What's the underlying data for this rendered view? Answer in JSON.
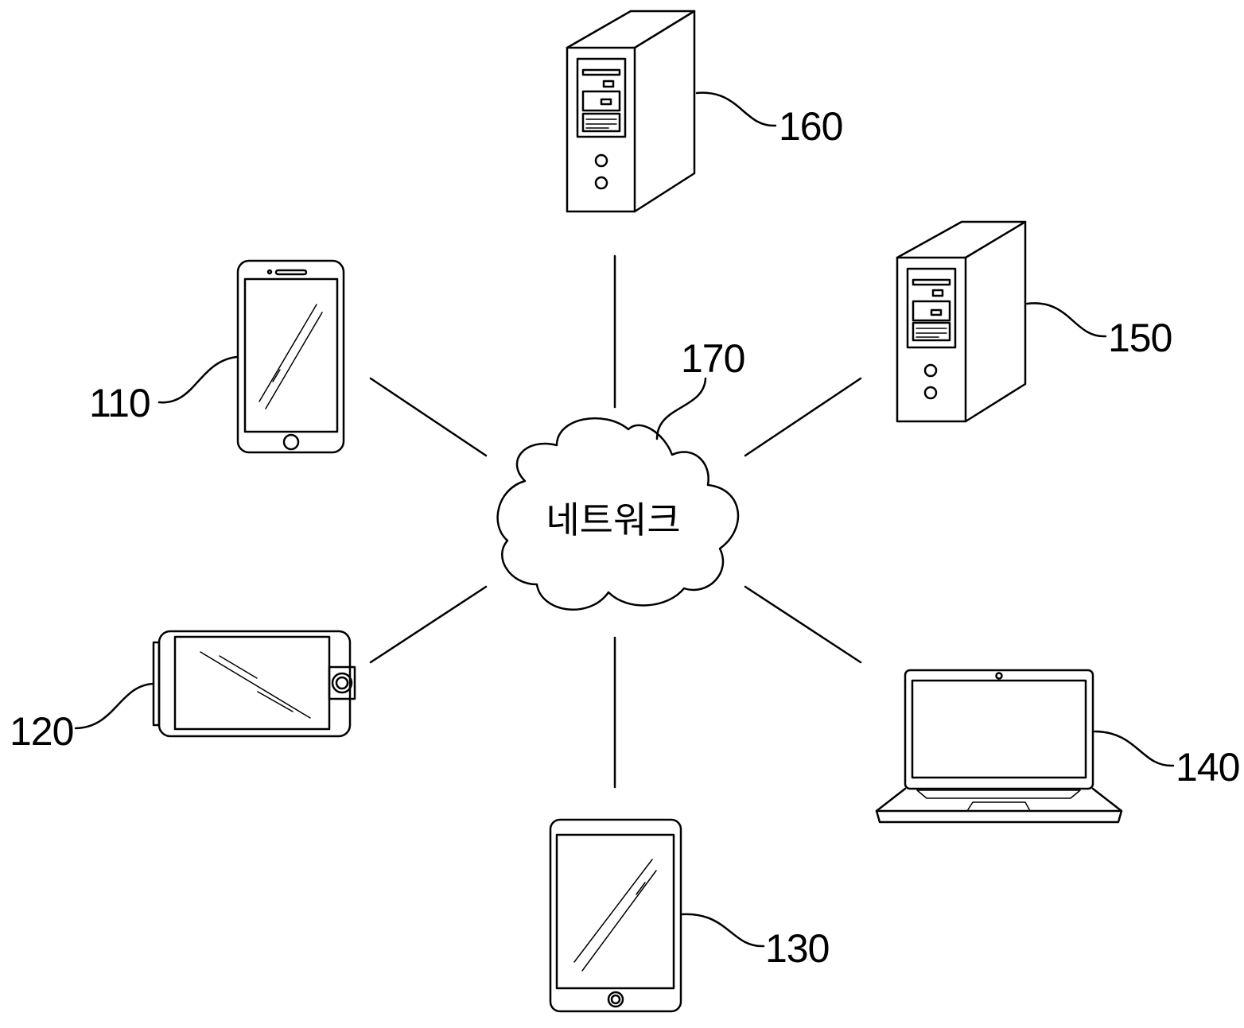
{
  "network": {
    "label": "네트워크",
    "ref": "170"
  },
  "devices": [
    {
      "id": "smartphone",
      "ref": "110"
    },
    {
      "id": "handheld-camera-device",
      "ref": "120"
    },
    {
      "id": "tablet",
      "ref": "130"
    },
    {
      "id": "laptop",
      "ref": "140"
    },
    {
      "id": "server-right",
      "ref": "150"
    },
    {
      "id": "server-top",
      "ref": "160"
    }
  ],
  "colors": {
    "line": "#000000",
    "background": "#ffffff"
  }
}
